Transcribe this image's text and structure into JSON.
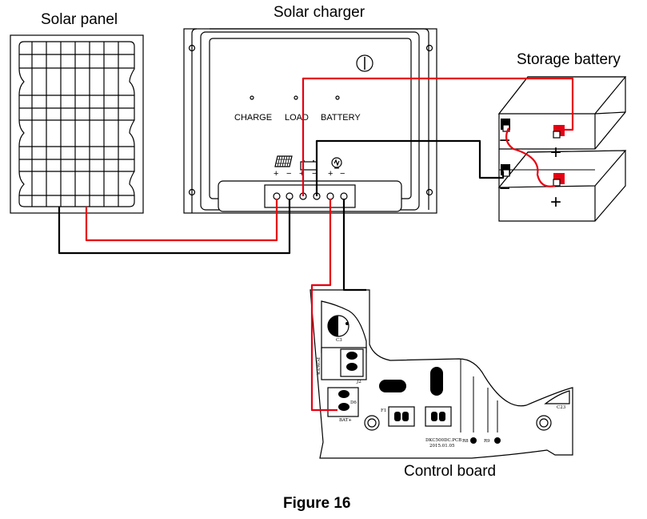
{
  "labels": {
    "solar_panel": "Solar panel",
    "solar_charger": "Solar charger",
    "storage_battery": "Storage battery",
    "control_board": "Control board",
    "figure": "Figure 16"
  },
  "indicators": {
    "charge": "CHARGE",
    "load": "LOAD",
    "battery": "BATTERY"
  },
  "board": {
    "power": "POWER",
    "c3": "C3",
    "j2": "J2",
    "d6": "D6",
    "bat": "BAT+",
    "f1": "F1",
    "r8": "R8",
    "r9": "R9",
    "c23": "C23",
    "pcb_name": "DKC500DC.PCB",
    "pcb_date": "2015.01.05"
  },
  "symbols": {
    "plus": "+",
    "minus": "−"
  },
  "colors": {
    "positive_wire": "#e60012",
    "negative_wire": "#000000",
    "battery_plus_terminal": "#e60012"
  }
}
